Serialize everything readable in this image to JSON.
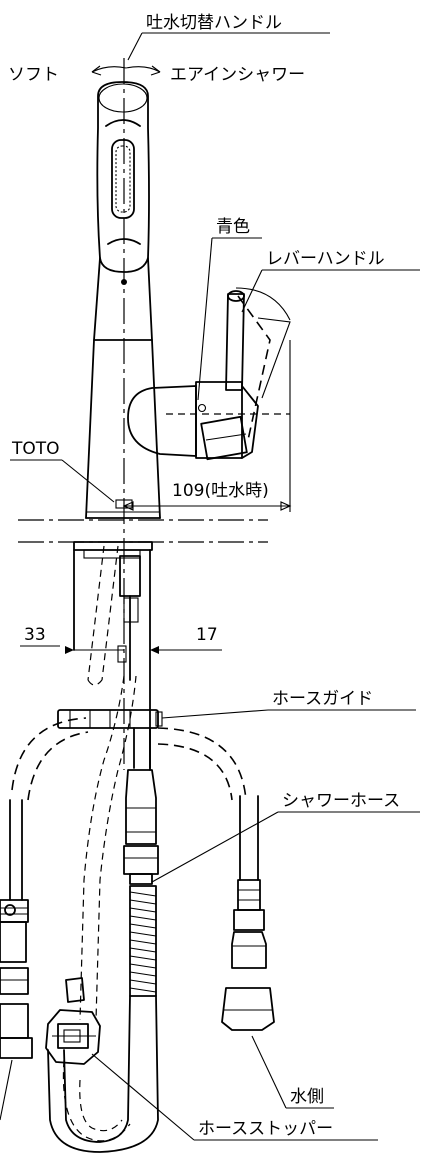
{
  "labels": {
    "spout_switch_handle": "吐水切替ハンドル",
    "soft": "ソフト",
    "air_in_shower": "エアインシャワー",
    "blue": "青色",
    "lever_handle": "レバーハンドル",
    "brand": "TOTO",
    "hose_guide": "ホースガイド",
    "shower_hose": "シャワーホース",
    "water_side": "水側",
    "hose_stopper": "ホースストッパー"
  },
  "dimensions": {
    "spout_reach": "109(吐水時)",
    "left_offset": "33",
    "right_offset": "17"
  }
}
